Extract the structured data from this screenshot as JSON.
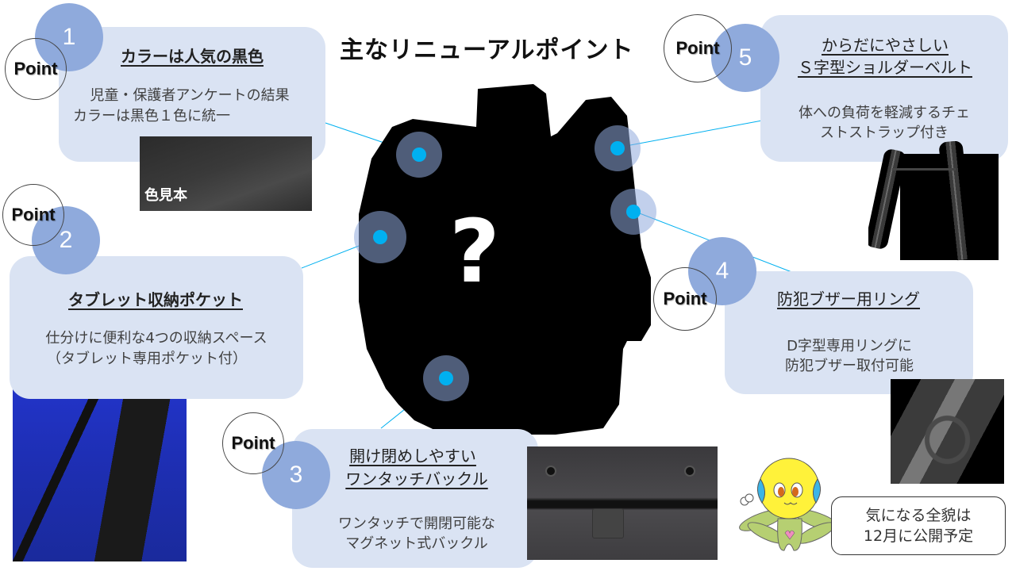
{
  "title": "主なリニューアルポイント",
  "point_label": "Point",
  "colors": {
    "card_bg": "#dae3f3",
    "badge": "#8faadc",
    "marker_dot": "#00b0f0",
    "marker_ring": "#8faadc",
    "connector": "#00b0f0",
    "silhouette": "#000000"
  },
  "center_image": {
    "description": "backpack silhouette",
    "mark": "?"
  },
  "points": [
    {
      "number": "1",
      "title": "カラーは人気の黒色",
      "body": [
        "児童・保護者アンケートの結果",
        "カラーは黒色１色に統一"
      ],
      "image_label": "色見本"
    },
    {
      "number": "2",
      "title": "タブレット収納ポケット",
      "body": [
        "仕分けに便利な4つの収納スペース",
        "（タブレット専用ポケット付）"
      ]
    },
    {
      "number": "3",
      "title": [
        "開け閉めしやすい",
        "ワンタッチバックル"
      ],
      "body": [
        "ワンタッチで開閉可能な",
        "マグネット式バックル"
      ]
    },
    {
      "number": "4",
      "title": "防犯ブザー用リング",
      "body": [
        "D字型専用リングに",
        "防犯ブザー取付可能"
      ]
    },
    {
      "number": "5",
      "title": [
        "からだにやさしい",
        "Ｓ字型ショルダーベルト"
      ],
      "body": [
        "体への負荷を軽減するチェ",
        "ストストラップ付き"
      ]
    }
  ],
  "mascot": {
    "speech": [
      "気になる全貌は",
      "12月に公開予定"
    ]
  }
}
